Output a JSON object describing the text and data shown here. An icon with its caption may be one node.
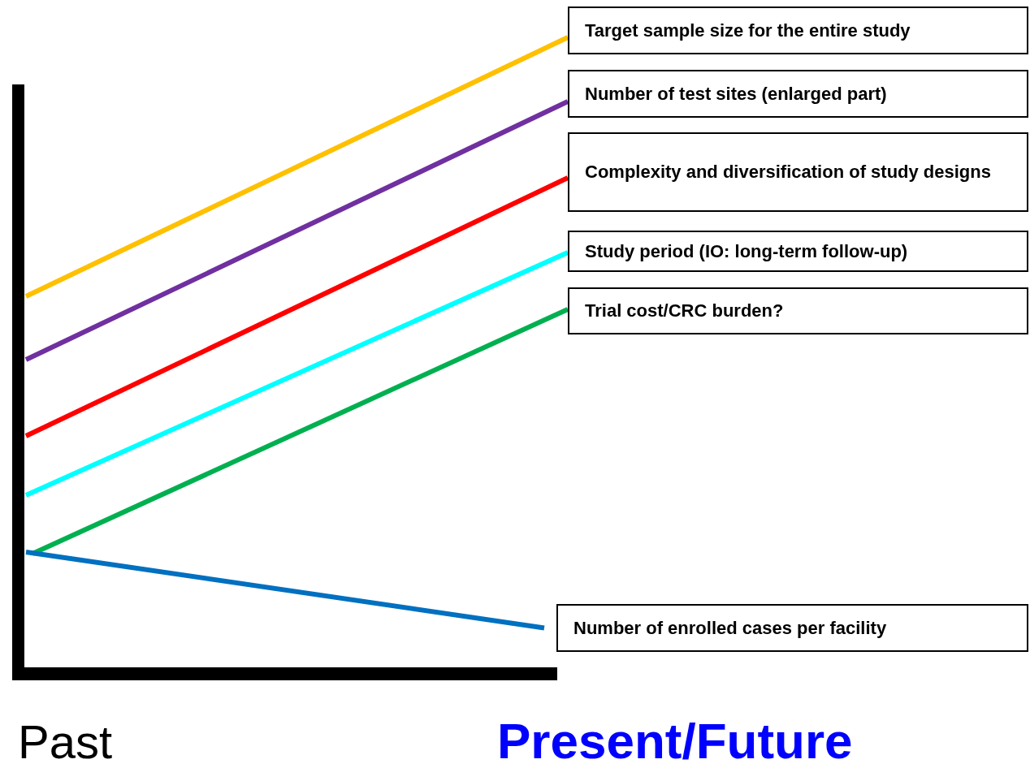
{
  "diagram": {
    "nodes": [
      {
        "text": [
          "Target sample size for the entire study"
        ]
      },
      {
        "text": [
          "Number of test sites (enlarged part)"
        ]
      },
      {
        "text": [
          "Complexity and diversification of study designs"
        ]
      },
      {
        "text": [
          "Study period (IO: long-term follow-up)"
        ]
      },
      {
        "text": [
          "Trial cost/CRC burden?"
        ]
      },
      {
        "text": [
          "Number of enrolled cases per facility"
        ]
      }
    ],
    "edges": [
      {
        "from": null,
        "to": 0,
        "arrow": "none",
        "color": "#ffc000"
      },
      {
        "from": null,
        "to": 1,
        "arrow": "none",
        "color": "#7030a0"
      },
      {
        "from": null,
        "to": 2,
        "arrow": "none",
        "color": "#ff0000"
      },
      {
        "from": null,
        "to": 3,
        "arrow": "none",
        "color": "#00ffff"
      },
      {
        "from": null,
        "to": 4,
        "arrow": "none",
        "color": "#00b050"
      },
      {
        "from": null,
        "to": 5,
        "arrow": "none",
        "color": "#0070c0"
      }
    ],
    "labels": [
      "Past",
      "Present/Future"
    ]
  }
}
